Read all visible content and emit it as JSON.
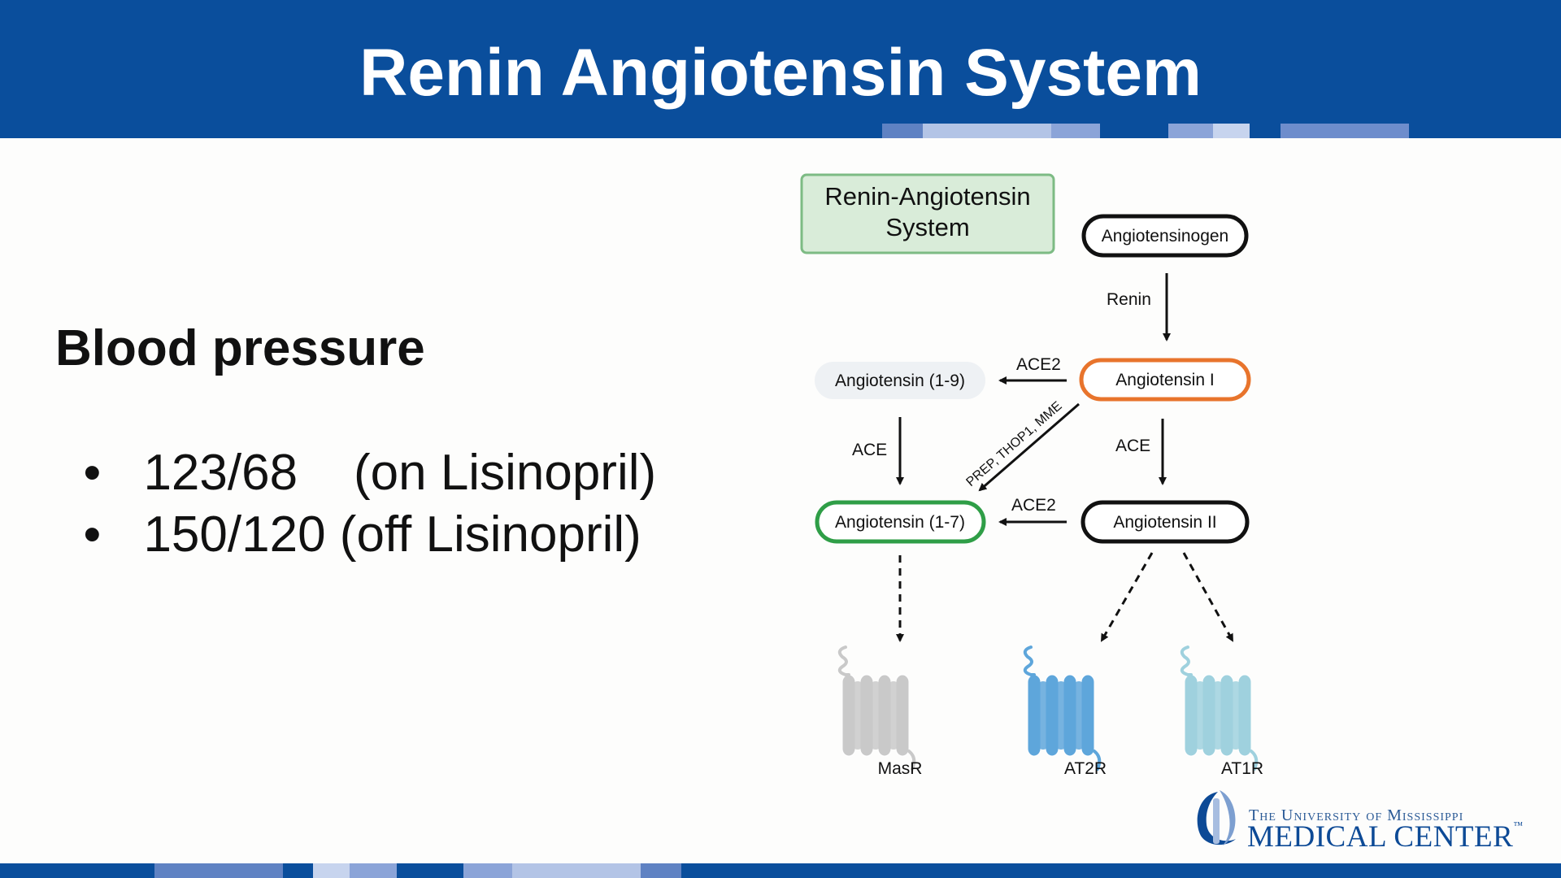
{
  "slide": {
    "title": "Renin Angiotensin System"
  },
  "blood_pressure": {
    "heading": "Blood pressure",
    "readings": [
      {
        "bullet": "•",
        "text": "123/68    (on Lisinopril)"
      },
      {
        "bullet": "•",
        "text": "150/120 (off Lisinopril)"
      }
    ]
  },
  "diagram": {
    "title_line1": "Renin-Angiotensin",
    "title_line2": "System",
    "nodes": {
      "angiotensinogen": "Angiotensinogen",
      "angiotensin_i": "Angiotensin I",
      "angiotensin_1_9": "Angiotensin (1-9)",
      "angiotensin_ii": "Angiotensin II",
      "angiotensin_1_7": "Angiotensin (1-7)"
    },
    "enzymes": {
      "renin": "Renin",
      "ace2_top": "ACE2",
      "ace_left": "ACE",
      "ace_right": "ACE",
      "ace2_bottom": "ACE2",
      "diagonal": "PREP, THOP1, MME"
    },
    "receptors": {
      "masr": "MasR",
      "at2r": "AT2R",
      "at1r": "AT1R"
    },
    "colors": {
      "title_box_fill": "#d9ecd9",
      "title_box_stroke": "#7dbb84",
      "angiotensin_i_stroke": "#e8742c",
      "angiotensin_1_7_stroke": "#2f9e47",
      "angiotensin_1_9_fill": "#eef1f4",
      "masr_color": "#c9c9c9",
      "at2r_color": "#5ea6db",
      "at1r_color": "#9fd1de"
    }
  },
  "logo": {
    "line1": "The University of Mississippi",
    "line2": "MEDICAL CENTER",
    "trademark": "™"
  },
  "theme": {
    "header_blue": "#0a4e9c"
  }
}
